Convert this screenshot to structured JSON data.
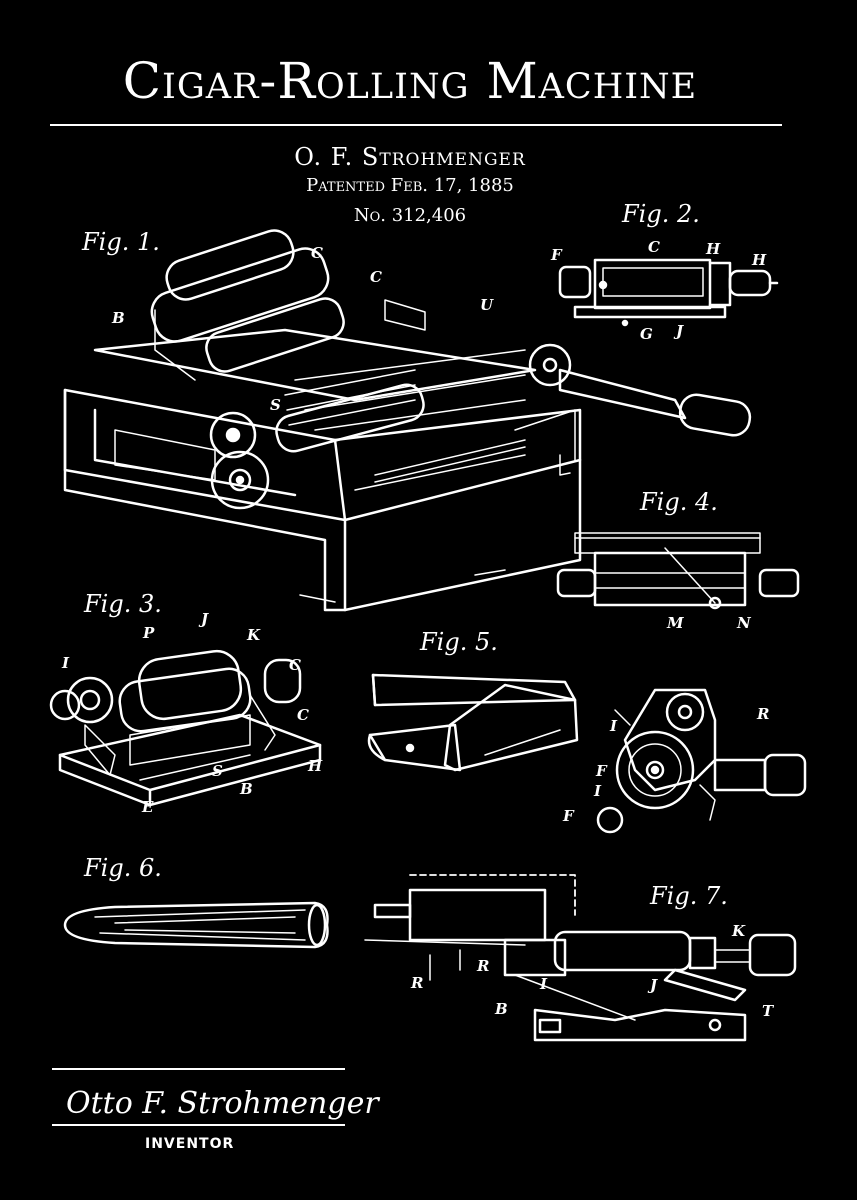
{
  "title": "Cigar-Rolling Machine",
  "inventor": "O. F. Strohmenger",
  "patent_date": "Patented Feb. 17, 1885",
  "patent_number": "No. 312,406",
  "signature": "Otto F. Strohmenger",
  "role": "INVENTOR",
  "figures": {
    "fig1": {
      "label": "Fig. 1.",
      "letters": [
        "C",
        "C",
        "B",
        "U",
        "S"
      ]
    },
    "fig2": {
      "label": "Fig. 2.",
      "letters": [
        "F",
        "C",
        "H",
        "H",
        "G",
        "J"
      ]
    },
    "fig3": {
      "label": "Fig. 3.",
      "letters": [
        "P",
        "J",
        "K",
        "I",
        "C",
        "C",
        "H",
        "S",
        "B",
        "E"
      ]
    },
    "fig4": {
      "label": "Fig. 4.",
      "letters": [
        "M",
        "N"
      ]
    },
    "fig5": {
      "label": "Fig. 5.",
      "letters": [
        "R",
        "I",
        "F",
        "I",
        "F"
      ]
    },
    "fig6": {
      "label": "Fig. 6."
    },
    "fig7": {
      "label": "Fig. 7.",
      "letters": [
        "K",
        "R",
        "R",
        "I",
        "J",
        "B",
        "T"
      ]
    }
  },
  "colors": {
    "background": "#000000",
    "ink": "#ffffff"
  }
}
